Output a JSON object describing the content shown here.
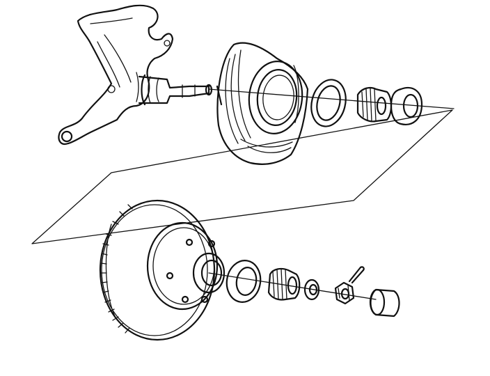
{
  "diagram": {
    "style": "exploded-view line drawing",
    "colors": {
      "ink": "#111111",
      "paper": "#ffffff"
    },
    "parts": [
      "steering-knuckle",
      "brake-splash-shield",
      "inner-grease-seal",
      "inner-roller-bearing",
      "outer-bearing-cup",
      "brake-rotor-hub",
      "inner-bearing-race",
      "outer-roller-bearing",
      "thrust-washer",
      "castle-nut",
      "cotter-pin",
      "dust-cap"
    ]
  }
}
